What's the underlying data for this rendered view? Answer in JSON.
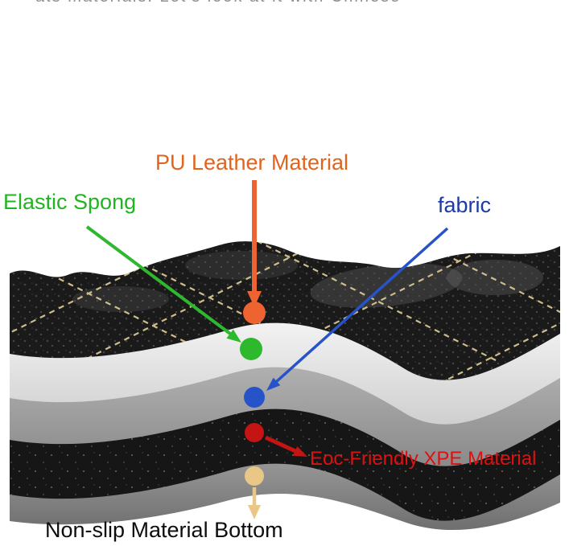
{
  "page": {
    "background": "#ffffff",
    "type": "product-layer-diagram"
  },
  "top_cropped_text": "ats materials. Let's look at it with Chinese",
  "labels": {
    "pu": {
      "text": "PU Leather Material",
      "color": "#e2641c"
    },
    "sponge": {
      "text": "Elastic Spong",
      "color": "#21b421"
    },
    "fabric": {
      "text": "fabric",
      "color": "#1c3ba4"
    },
    "xpe": {
      "text": "Eoc-Friendly XPE Material",
      "color": "#dd1111"
    },
    "bottom": {
      "text": "Non-slip Material Bottom",
      "color": "#0d0d0d"
    }
  },
  "layers": [
    {
      "name": "pu-leather-top",
      "label": "PU Leather Material",
      "color": "#1a1a1a",
      "stitch_color": "#d9c793"
    },
    {
      "name": "elastic-sponge",
      "label": "Elastic Spong",
      "color": "#ececec"
    },
    {
      "name": "fabric-layer",
      "label": "fabric",
      "color": "#a6a6a6"
    },
    {
      "name": "xpe-foam",
      "label": "Eoc-Friendly XPE Material",
      "color": "#161616"
    },
    {
      "name": "non-slip-bottom",
      "label": "Non-slip Material Bottom",
      "color": "#8e8e8e"
    }
  ],
  "markers": {
    "pu_dot": "#ed6430",
    "sponge_dot": "#2db82d",
    "fabric_dot": "#2753c8",
    "xpe_dot": "#c41414",
    "bottom_dot": "#e9c887"
  }
}
